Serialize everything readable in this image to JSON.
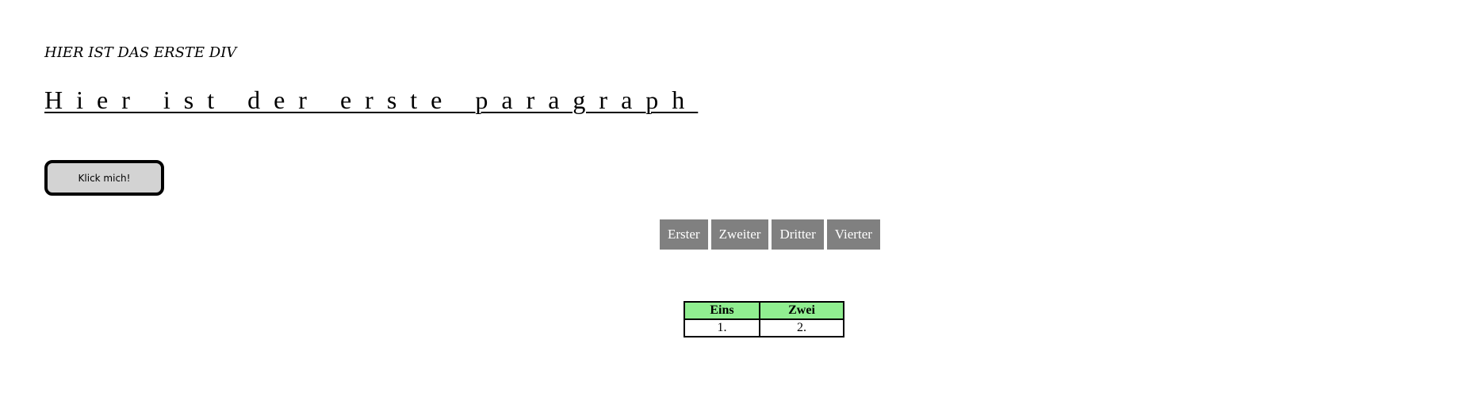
{
  "first_div": {
    "text": "HIER IST DAS ERSTE DIV"
  },
  "first_paragraph": {
    "text": "Hier ist der erste paragraph"
  },
  "button": {
    "label": "Klick mich!"
  },
  "nav": {
    "items": [
      {
        "label": "Erster"
      },
      {
        "label": "Zweiter"
      },
      {
        "label": "Dritter"
      },
      {
        "label": "Vierter"
      }
    ]
  },
  "table": {
    "headers": [
      "Eins",
      "Zwei"
    ],
    "rows": [
      [
        "1.",
        "2."
      ]
    ]
  },
  "colors": {
    "nav_background": "#808080",
    "table_header_background": "#90ee90",
    "button_background": "#d3d3d3"
  }
}
